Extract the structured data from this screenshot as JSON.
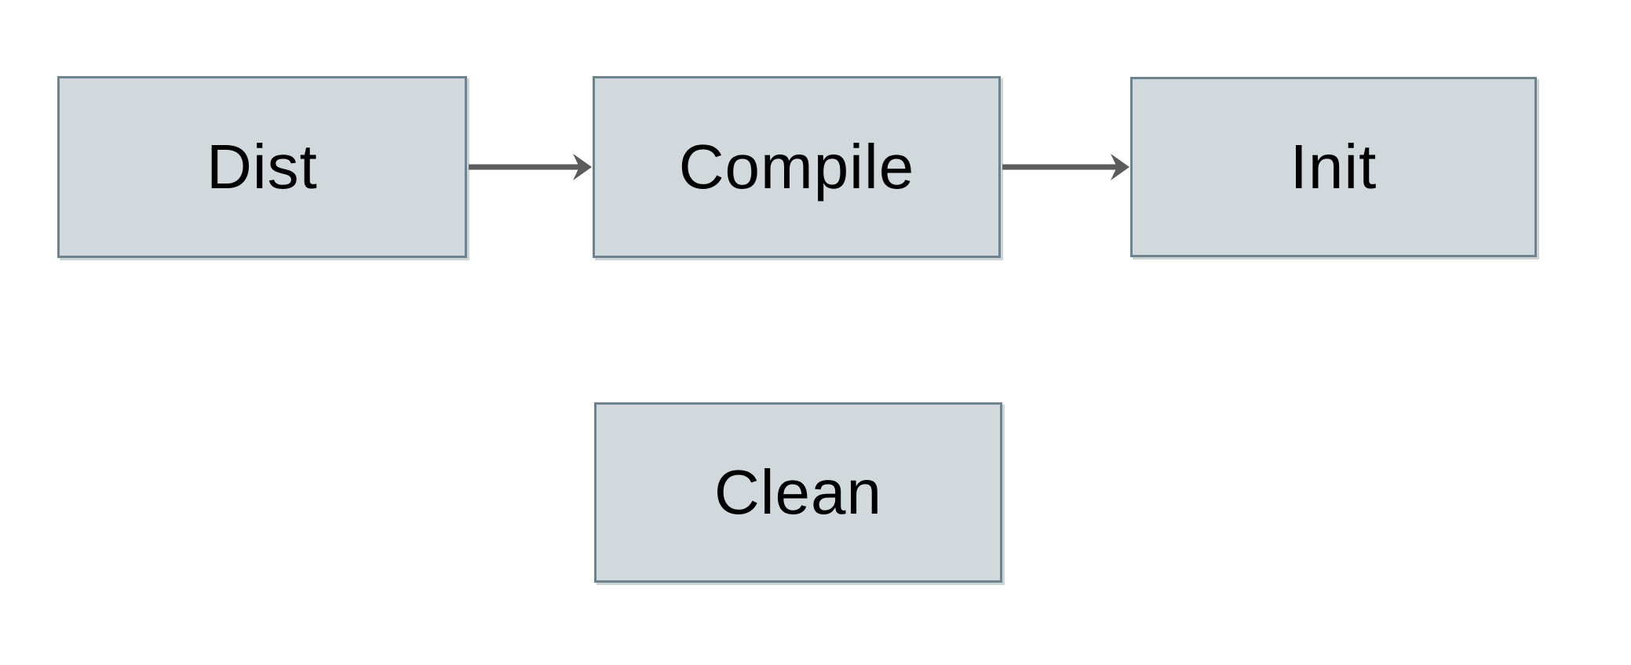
{
  "diagram": {
    "type": "flowchart",
    "nodes": [
      {
        "id": "dist",
        "label": "Dist"
      },
      {
        "id": "compile",
        "label": "Compile"
      },
      {
        "id": "init",
        "label": "Init"
      },
      {
        "id": "clean",
        "label": "Clean"
      }
    ],
    "edges": [
      {
        "from": "dist",
        "to": "compile",
        "style": "solid-arrow"
      },
      {
        "from": "compile",
        "to": "init",
        "style": "solid-arrow"
      }
    ],
    "colors": {
      "node_fill": "#d1d9dc",
      "node_border": "#6e8390",
      "arrow": "#5c5c5c",
      "label_text": "#000000",
      "background": "#ffffff"
    }
  }
}
